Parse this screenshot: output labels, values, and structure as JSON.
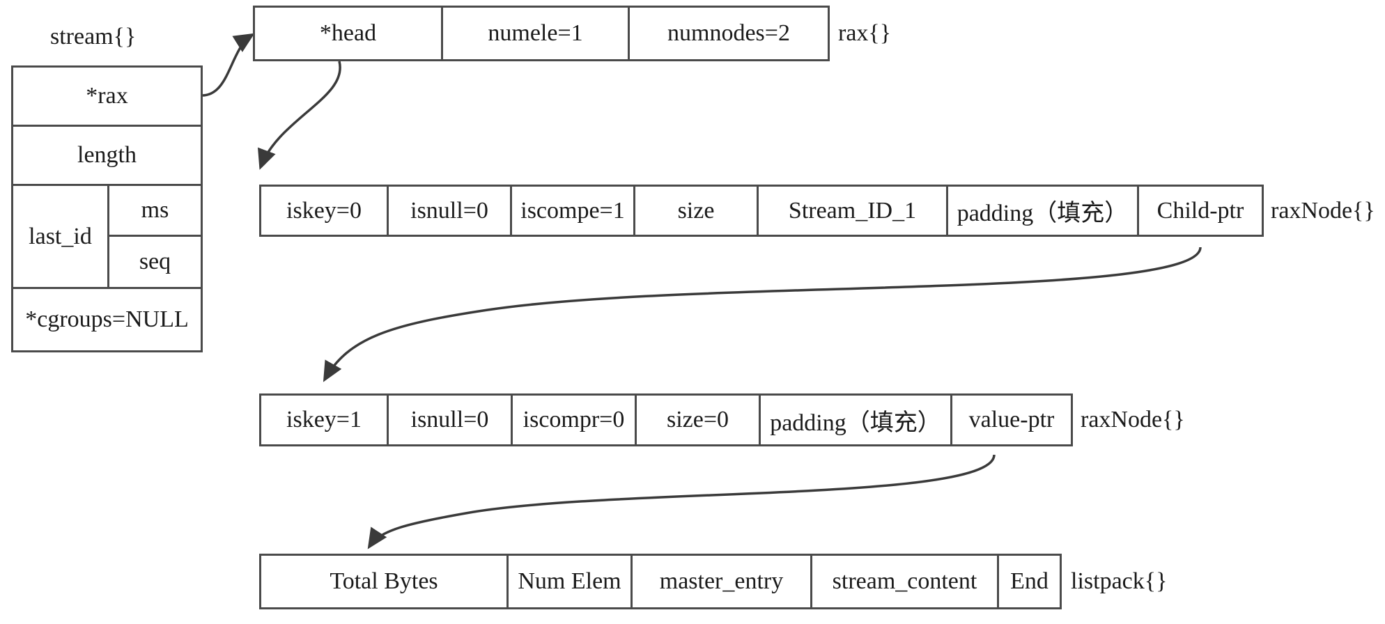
{
  "diagram": {
    "title_note": "Redis stream memory layout diagram",
    "stroke_color": "#4a4a4a",
    "text_color": "#1a1a1a",
    "background": "#ffffff",
    "stream_struct": {
      "caption": "stream{}",
      "rows": [
        {
          "label": "*rax"
        },
        {
          "label": "length"
        },
        {
          "label": "last_id",
          "sub": [
            "ms",
            "seq"
          ]
        },
        {
          "label": "*cgroups=NULL"
        }
      ]
    },
    "rax_struct": {
      "caption": "rax{}",
      "cells": [
        "*head",
        "numele=1",
        "numnodes=2"
      ]
    },
    "raxnode_1": {
      "caption": "raxNode{}",
      "cells": [
        "iskey=0",
        "isnull=0",
        "iscompe=1",
        "size",
        "Stream_ID_1",
        "padding（填充）",
        "Child-ptr"
      ]
    },
    "raxnode_2": {
      "caption": "raxNode{}",
      "cells": [
        "iskey=1",
        "isnull=0",
        "iscompr=0",
        "size=0",
        "padding（填充）",
        "value-ptr"
      ]
    },
    "listpack_struct": {
      "caption": "listpack{}",
      "cells": [
        "Total Bytes",
        "Num Elem",
        "master_entry",
        "stream_content",
        "End"
      ]
    },
    "connectors": [
      {
        "name": "rax-pointer-arrow",
        "from": "stream.*rax",
        "to": "rax{}"
      },
      {
        "name": "head-pointer-arrow",
        "from": "rax.*head",
        "to": "raxNode{} #1"
      },
      {
        "name": "child-pointer-arrow",
        "from": "raxNode1.Child-ptr",
        "to": "raxNode{} #2"
      },
      {
        "name": "value-pointer-arrow",
        "from": "raxNode2.value-ptr",
        "to": "listpack{}"
      }
    ]
  }
}
